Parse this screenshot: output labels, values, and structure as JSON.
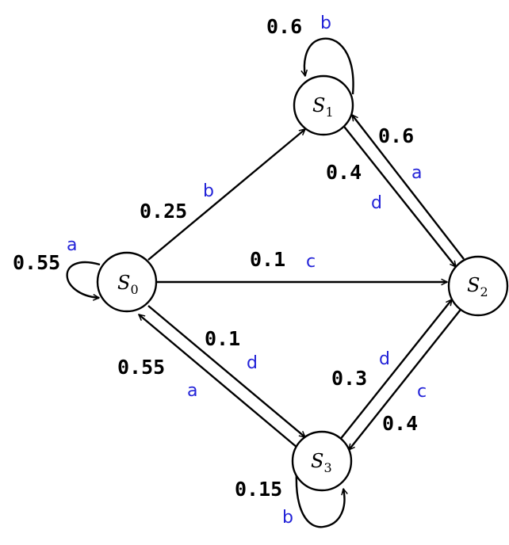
{
  "colors": {
    "line": "#000000",
    "probability_text": "#000000",
    "symbol_text": "#2323d8"
  },
  "nodes": [
    {
      "id": "S0",
      "letter": "S",
      "index": "0"
    },
    {
      "id": "S1",
      "letter": "S",
      "index": "1"
    },
    {
      "id": "S2",
      "letter": "S",
      "index": "2"
    },
    {
      "id": "S3",
      "letter": "S",
      "index": "3"
    }
  ],
  "transitions": [
    {
      "from": "S0",
      "to": "S0",
      "probability": "0.55",
      "symbol": "a"
    },
    {
      "from": "S0",
      "to": "S1",
      "probability": "0.25",
      "symbol": "b"
    },
    {
      "from": "S0",
      "to": "S2",
      "probability": "0.1",
      "symbol": "c"
    },
    {
      "from": "S0",
      "to": "S3",
      "probability": "0.1",
      "symbol": "d"
    },
    {
      "from": "S1",
      "to": "S1",
      "probability": "0.6",
      "symbol": "b"
    },
    {
      "from": "S1",
      "to": "S2",
      "probability": "0.4",
      "symbol": "d"
    },
    {
      "from": "S2",
      "to": "S1",
      "probability": "0.6",
      "symbol": "a"
    },
    {
      "from": "S2",
      "to": "S3",
      "probability": "0.4",
      "symbol": "c"
    },
    {
      "from": "S3",
      "to": "S0",
      "probability": "0.55",
      "symbol": "a"
    },
    {
      "from": "S3",
      "to": "S2",
      "probability": "0.3",
      "symbol": "d"
    },
    {
      "from": "S3",
      "to": "S3",
      "probability": "0.15",
      "symbol": "b"
    }
  ]
}
